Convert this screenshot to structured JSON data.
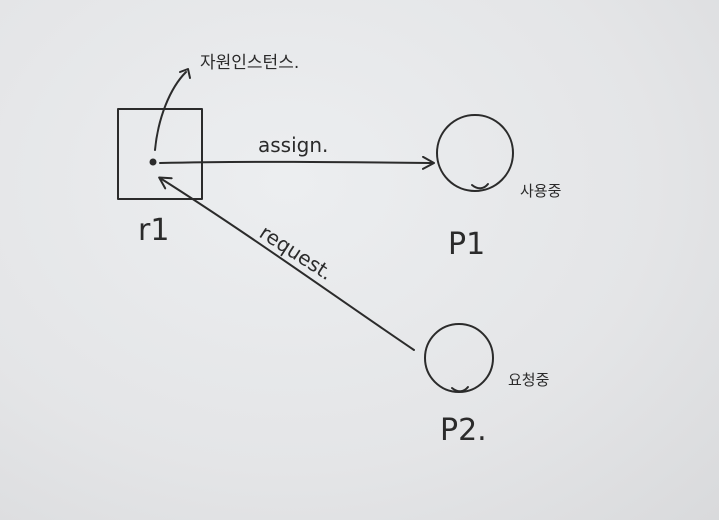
{
  "diagram": {
    "resource": {
      "label": "r1",
      "instance_note": "자원인스턴스."
    },
    "processes": [
      {
        "id": "p1",
        "label": "P1",
        "status": "사용중"
      },
      {
        "id": "p2",
        "label": "P2.",
        "status": "요청중"
      }
    ],
    "edges": [
      {
        "from": "r1",
        "to": "p1",
        "label": "assign."
      },
      {
        "from": "p2",
        "to": "r1",
        "label": "request."
      }
    ]
  }
}
